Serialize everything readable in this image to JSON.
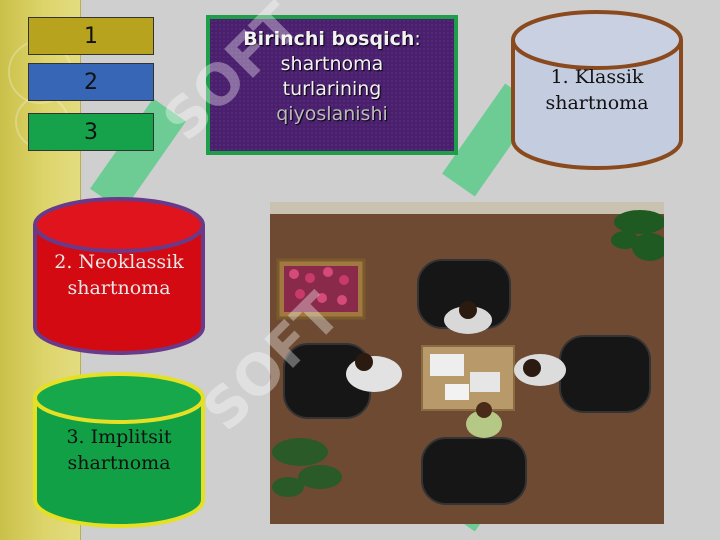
{
  "numbers": [
    "1",
    "2",
    "3"
  ],
  "title": {
    "bold": "Birinchi bosqich",
    "colon": ":",
    "line2": "shartnoma",
    "line3": "turlarining",
    "line4": "qiyoslanishi"
  },
  "cylinders": {
    "klassik": {
      "line1": "1. Klassik",
      "line2": "shartnoma"
    },
    "neoklassik": {
      "line1": "2. Neoklassik",
      "line2": "shartnoma"
    },
    "implitsit": {
      "line1": "3. Implitsit",
      "line2": "shartnoma"
    }
  },
  "colors": {
    "num1": "#b8a31e",
    "num2": "#3866b6",
    "num3": "#16a24a",
    "title_bg": "#4a1f6e",
    "title_border": "#1f9e4a",
    "klassik_fill": "#c4cce0",
    "klassik_border": "#8a4a1e",
    "neoklassik_fill": "#d40a12",
    "neoklassik_border": "#6a3a8a",
    "implitsit_fill": "#12a046",
    "implitsit_border": "#e6e024"
  }
}
